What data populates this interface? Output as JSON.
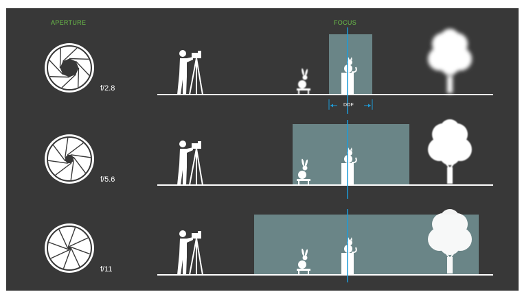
{
  "headers": {
    "aperture": "APERTURE",
    "focus": "FOCUS"
  },
  "rows": [
    {
      "f_stop": "f/2.8",
      "dof_label": "DOF",
      "opening_fraction": 0.45
    },
    {
      "f_stop": "f/5.6",
      "opening_fraction": 0.22
    },
    {
      "f_stop": "f/11",
      "opening_fraction": 0.08
    }
  ],
  "colors": {
    "background": "#383838",
    "header_text": "#6cc24a",
    "dof_zone": "#6a8587",
    "focus_line": "#1e9bd7",
    "figure": "#ffffff",
    "blur_tint": "#e8f8fb"
  },
  "icons": [
    "aperture-icon",
    "photographer-icon",
    "rabbit-icon",
    "cat-icon",
    "tree-icon"
  ]
}
